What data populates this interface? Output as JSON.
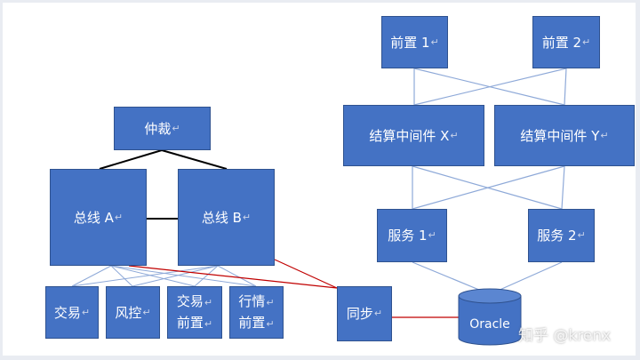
{
  "colors": {
    "node_fill": "#4472c4",
    "node_border": "#2f528f",
    "link_thin": "#8ea9d8",
    "link_black": "#000000",
    "link_red": "#c00000"
  },
  "nodes": {
    "frontend_1": "前置 1",
    "frontend_2": "前置 2",
    "settle_x": "结算中间件 X",
    "settle_y": "结算中间件 Y",
    "service_1": "服务 1",
    "service_2": "服务 2",
    "arbiter": "仲裁",
    "bus_a": "总线 A",
    "bus_b": "总线 B",
    "trade": "交易",
    "risk": "风控",
    "trade_front_l1": "交易",
    "trade_front_l2": "前置",
    "quote_front_l1": "行情",
    "quote_front_l2": "前置",
    "sync": "同步",
    "database": "Oracle"
  },
  "paragraph_mark": "↵",
  "watermark": "知乎 @krenx"
}
